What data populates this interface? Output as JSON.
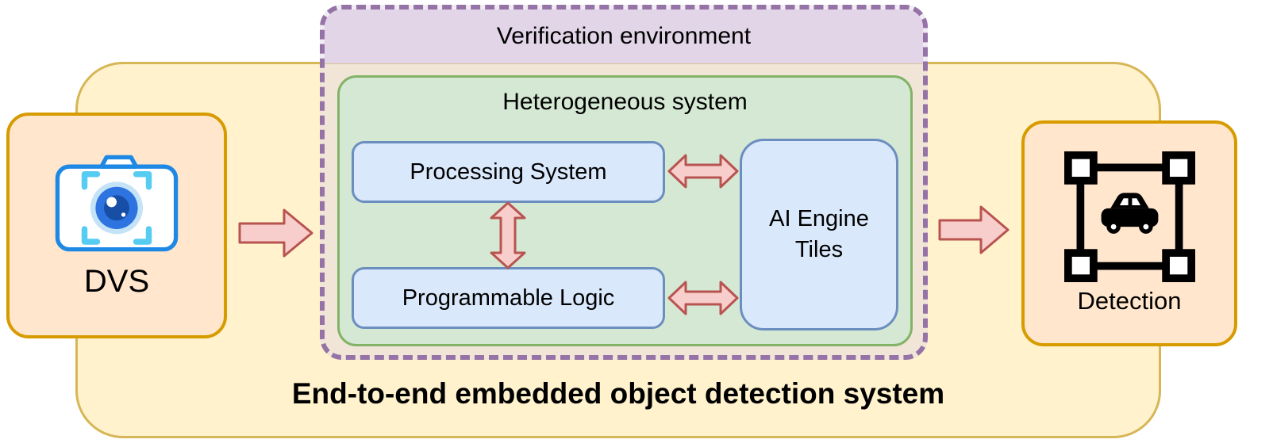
{
  "diagram": {
    "title": "End-to-end embedded object detection system",
    "nodes": {
      "dvs": {
        "label": "DVS",
        "icon": "dvs-camera-icon"
      },
      "detection": {
        "label": "Detection",
        "icon": "detection-bounding-box-icon"
      },
      "verification_env": {
        "label": "Verification environment"
      },
      "heterogeneous": {
        "label": "Heterogeneous system"
      },
      "processing_system": {
        "label": "Processing System"
      },
      "programmable_logic": {
        "label": "Programmable Logic"
      },
      "ai_engine_tiles": {
        "label": "AI Engine Tiles"
      }
    },
    "connections": [
      {
        "from": "dvs",
        "to": "verification_env",
        "type": "block-arrow-right"
      },
      {
        "from": "verification_env",
        "to": "detection",
        "type": "block-arrow-right"
      },
      {
        "from": "processing_system",
        "to": "programmable_logic",
        "type": "double-arrow-vertical"
      },
      {
        "from": "processing_system",
        "to": "ai_engine_tiles",
        "type": "double-arrow-horizontal"
      },
      {
        "from": "programmable_logic",
        "to": "ai_engine_tiles",
        "type": "double-arrow-horizontal"
      }
    ],
    "colors": {
      "outer_fill": "#FFF2CC",
      "outer_stroke": "#D6B656",
      "orange_node_fill": "#FFE6CC",
      "orange_node_stroke": "#D79B00",
      "verification_stroke": "#9673A6",
      "verification_header_fill": "#E1D5E7",
      "green_fill": "#D5E8D4",
      "green_stroke": "#82B366",
      "blue_fill": "#DAE8FC",
      "blue_stroke": "#6C8EBF",
      "arrow_fill": "#F8CECC",
      "arrow_stroke": "#B85450"
    }
  }
}
